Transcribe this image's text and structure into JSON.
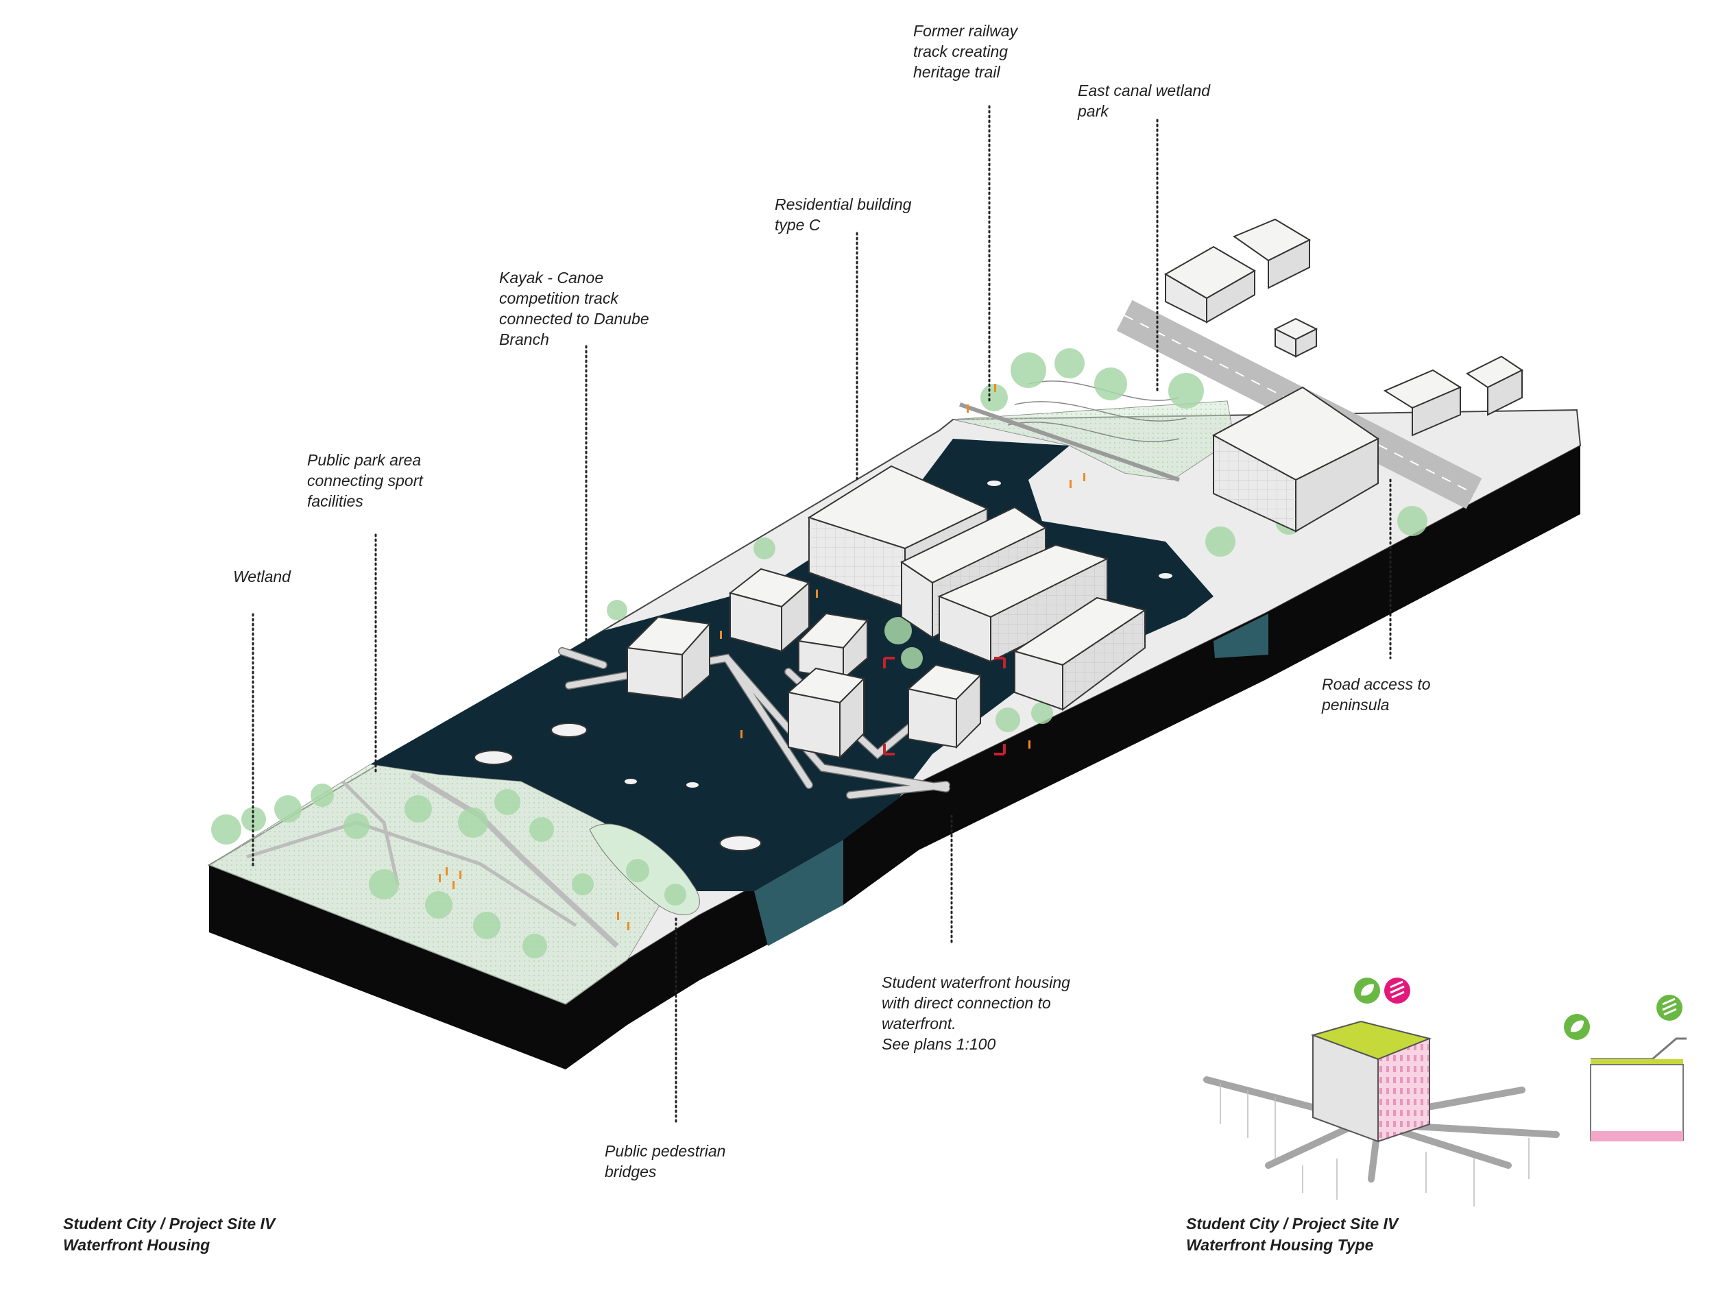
{
  "annotations": {
    "wetland": "Wetland",
    "public_park": "Public park area\nconnecting sport\nfacilities",
    "kayak_canoe": "Kayak - Canoe\ncompetition track\nconnected to Danube\nBranch",
    "residential_c": "Residential building\ntype C",
    "railway_trail": "Former railway\ntrack creating\nheritage trail",
    "east_canal": "East canal wetland\npark",
    "road_access": "Road access to\npeninsula",
    "student_housing": "Student waterfront housing\nwith direct connection to\nwaterfront.\nSee plans 1:100",
    "pedestrian_bridges": "Public pedestrian\nbridges"
  },
  "captions": {
    "left": "Student City / Project Site IV\nWaterfront Housing",
    "right": "Student City / Project Site IV\nWaterfront Housing Type"
  },
  "icons": {
    "green_roof": "leaf-icon",
    "solar": "solar-stripes-icon"
  },
  "colors": {
    "water": "#0f2a36",
    "park_green": "#a8d7a8",
    "people_orange": "#f08a24",
    "base_black": "#0a0a0a",
    "green_roof": "#c6d93a",
    "solar_pink": "#e2197a",
    "icon_green": "#69b843",
    "facade_pink": "#f2a7c9",
    "highlight_red": "#c8202b"
  }
}
